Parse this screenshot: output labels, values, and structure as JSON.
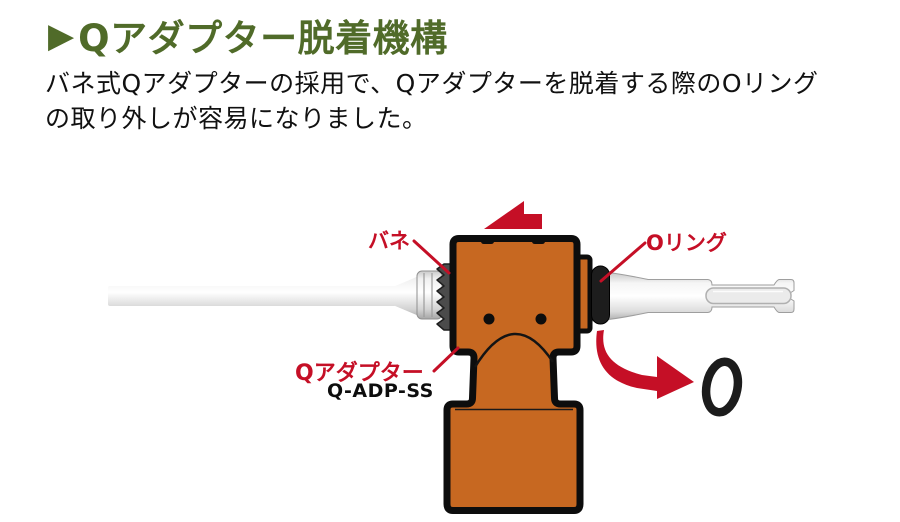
{
  "title": {
    "marker": "▶",
    "text": "Qアダプター脱着機構"
  },
  "description": {
    "line1": "バネ式Qアダプターの採用で、Qアダプターを脱着する際のOリング",
    "line2": "の取り外しが容易になりました。"
  },
  "diagram": {
    "labels": {
      "spring": "バネ",
      "oring": "Oリング",
      "q_adapter": "Qアダプター",
      "model_number": "Q-ADP-SS"
    },
    "colors": {
      "adapter_orange": "#c76821",
      "outline_black": "#0d0d0d",
      "label_red": "#c50f26",
      "title_green": "#506b29",
      "oring_black": "#1d1d1d"
    }
  }
}
